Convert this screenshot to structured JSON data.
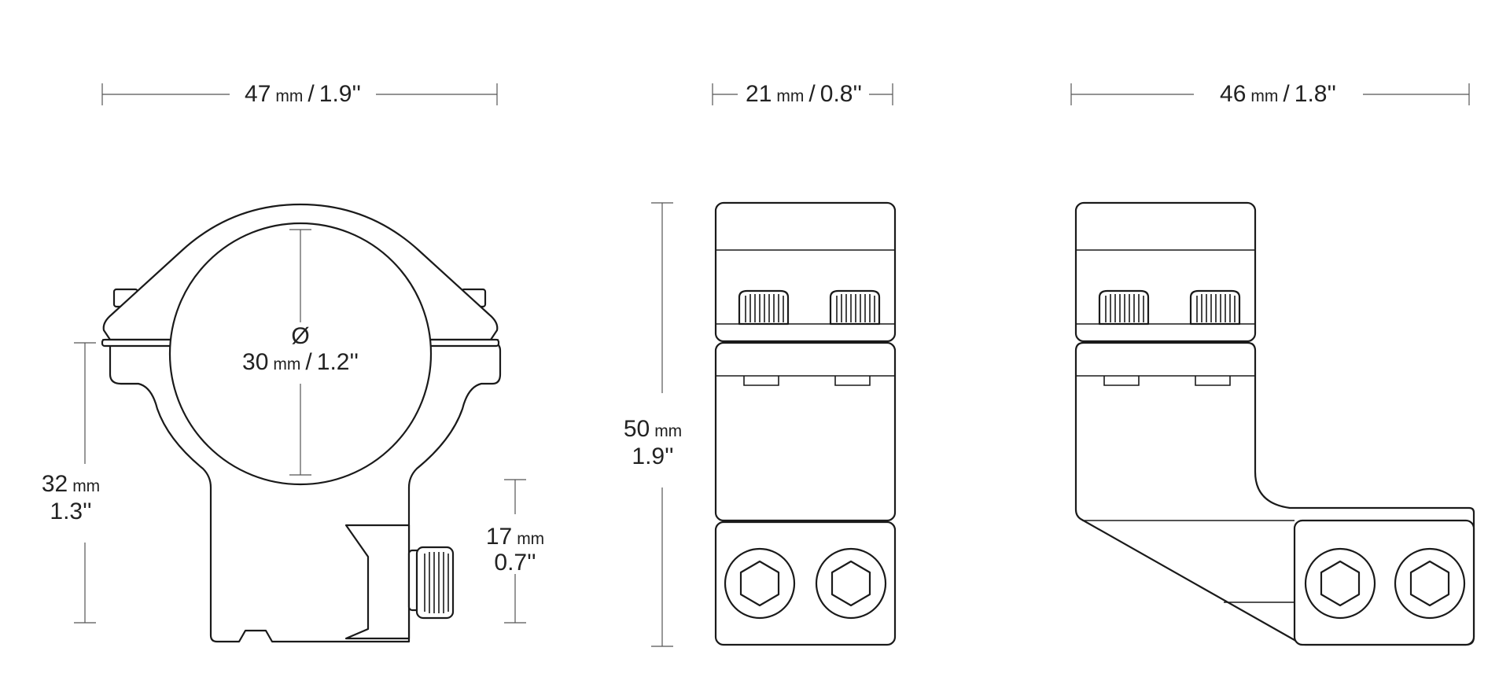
{
  "dimensions": {
    "front_width": {
      "value": "47",
      "unit": "mm",
      "sep": "/",
      "inch": "1.9''"
    },
    "side_width": {
      "value": "21",
      "unit": "mm",
      "sep": "/",
      "inch": "0.8''"
    },
    "angled_width": {
      "value": "46",
      "unit": "mm",
      "sep": "/",
      "inch": "1.8''"
    },
    "ring_diameter": {
      "symbol": "Ø",
      "value": "30",
      "unit": "mm",
      "sep": "/",
      "inch": "1.2''"
    },
    "center_height": {
      "value": "32",
      "unit": "mm",
      "inch": "1.3''"
    },
    "base_height": {
      "value": "17",
      "unit": "mm",
      "inch": "0.7''"
    },
    "total_height": {
      "value": "50",
      "unit": "mm",
      "inch": "1.9''"
    }
  },
  "colors": {
    "stroke": "#1a1a1a",
    "dimension_line": "#555555",
    "background": "#ffffff"
  }
}
